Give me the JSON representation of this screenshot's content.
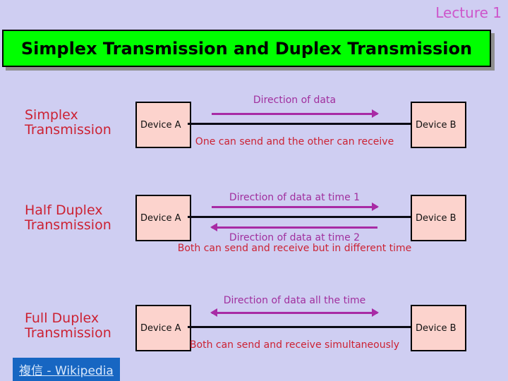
{
  "header": {
    "lecture_label": "Lecture 1"
  },
  "title": {
    "text": "Simplex Transmission and Duplex Transmission"
  },
  "devices": {
    "a": "Device A",
    "b": "Device B"
  },
  "sections": [
    {
      "label_line1": "Simplex",
      "label_line2": "Transmission",
      "arrow_top_label": "Direction of data",
      "note": "One can send and the other can receive"
    },
    {
      "label_line1": "Half Duplex",
      "label_line2": "Transmission",
      "arrow_top_label": "Direction of data at time 1",
      "arrow_bottom_label": "Direction of data at time 2",
      "note": "Both can send and receive but in different time"
    },
    {
      "label_line1": "Full Duplex",
      "label_line2": "Transmission",
      "arrow_top_label": "Direction of data all the time",
      "note": "Both can send and receive simultaneously"
    }
  ],
  "footer": {
    "link_text": "複信 - Wikipedia"
  },
  "colors": {
    "background": "#cfcef2",
    "title_bg": "#00ff00",
    "title_shadow": "#8f8f8f",
    "device_fill": "#fcd3cd",
    "red_text": "#cc2233",
    "purple_text": "#a02f9e",
    "purple_arrow": "#a82ba5",
    "lecture_pink": "#cd56cb",
    "link_bg": "#1766c2",
    "link_text": "#d9e8fb",
    "wire": "#0a0a14"
  }
}
